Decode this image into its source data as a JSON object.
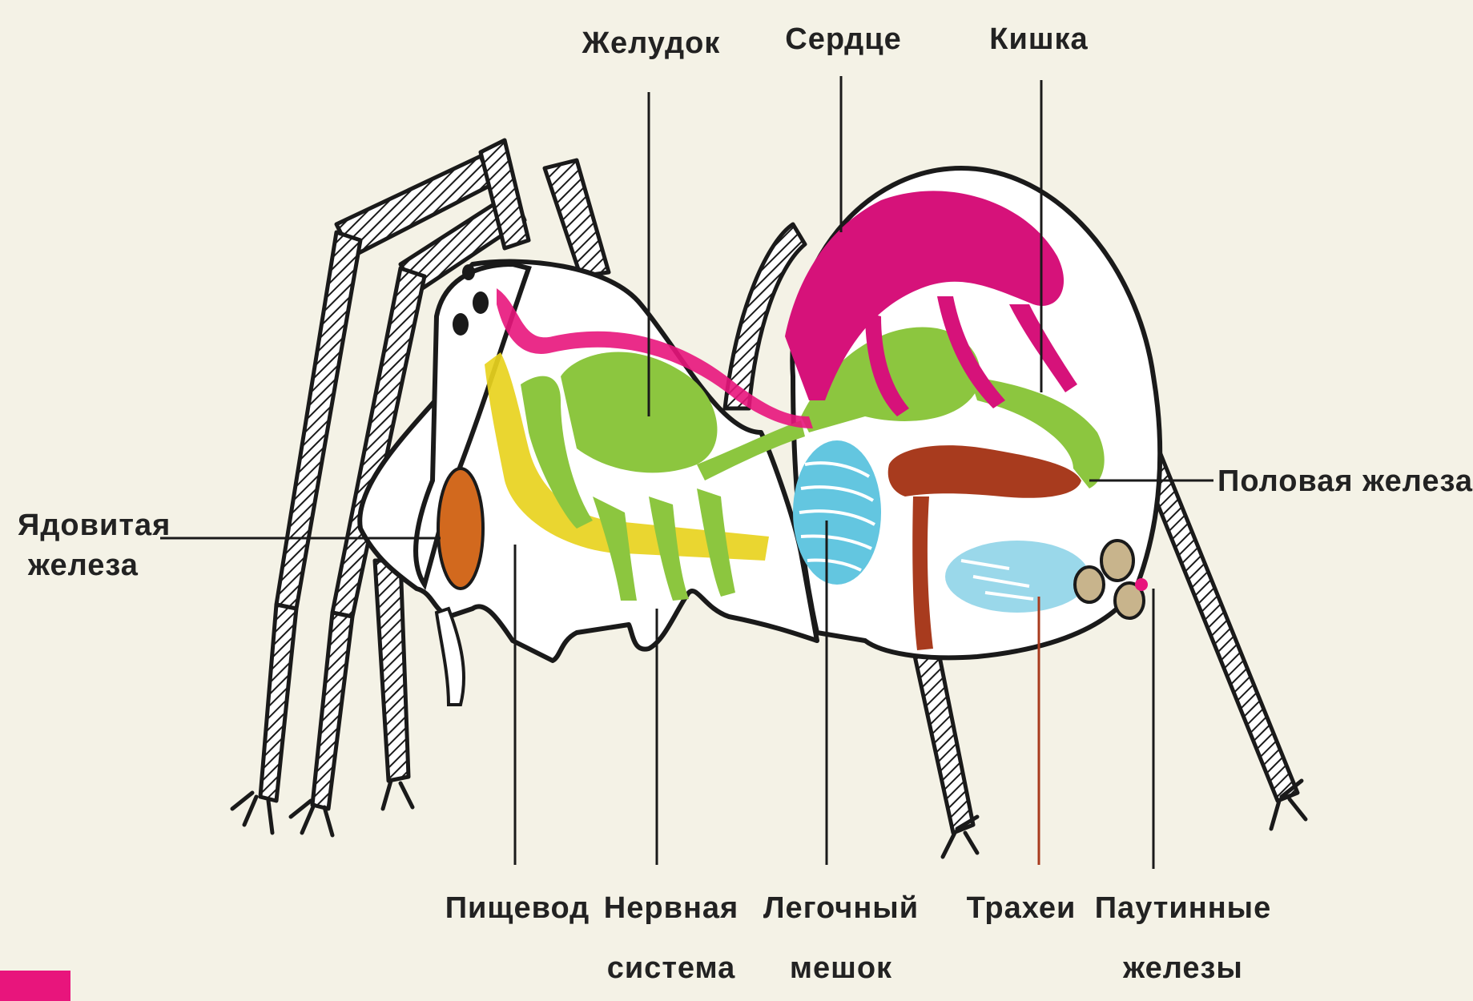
{
  "labels": {
    "stomach": "Желудок",
    "heart": "Сердце",
    "intestine": "Кишка",
    "gonad": "Половая железа",
    "venom_gland_line1": "Ядовитая",
    "venom_gland_line2": "железа",
    "esophagus": "Пищевод",
    "nervous_line1": "Нервная",
    "nervous_line2": "система",
    "lung_line1": "Легочный",
    "lung_line2": "мешок",
    "tracheae": "Трахеи",
    "spinnerets_line1": "Паутинные",
    "spinnerets_line2": "железы"
  },
  "colors": {
    "background": "#f4f2e6",
    "outline": "#1a1a1a",
    "heart": "#d6127a",
    "digestive": "#8cc63f",
    "esophagus": "#e8d21e",
    "lung": "#63c6e0",
    "gonad": "#a83b1e",
    "venom": "#d2691e",
    "accent": "#e8157c"
  }
}
